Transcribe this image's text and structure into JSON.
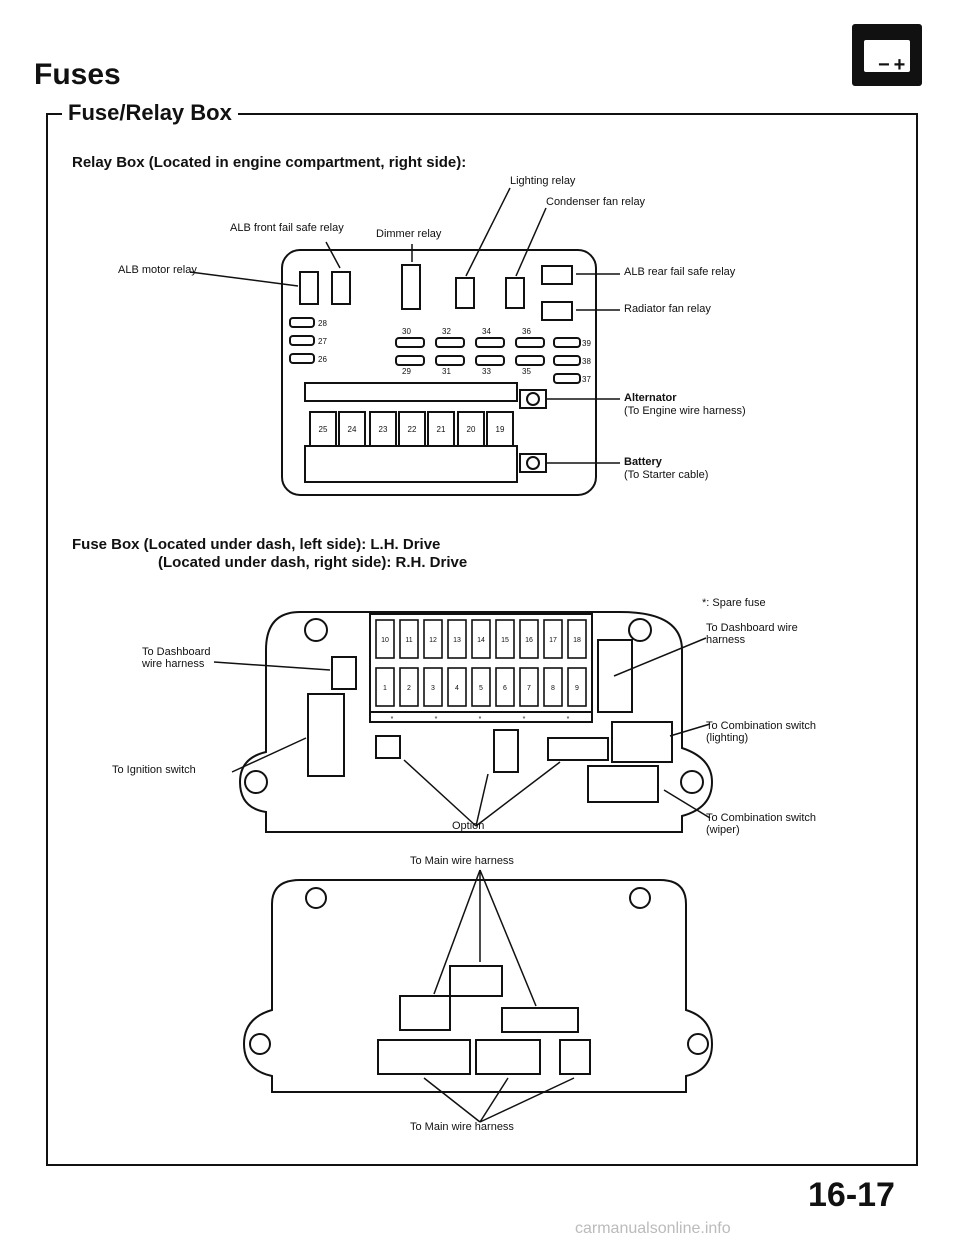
{
  "header": {
    "title": "Fuses",
    "section": "Fuse/Relay Box",
    "battery_icon": "battery-icon"
  },
  "relay_box": {
    "heading": "Relay Box (Located in engine compartment, right side):",
    "labels": {
      "lighting_relay": "Lighting relay",
      "condenser_fan_relay": "Condenser fan relay",
      "alb_front_fail_safe_relay": "ALB front fail safe relay",
      "dimmer_relay": "Dimmer relay",
      "alb_motor_relay": "ALB motor relay",
      "alb_rear_fail_safe_relay": "ALB rear fail safe relay",
      "radiator_fan_relay": "Radiator fan relay",
      "alternator": "Alternator",
      "alternator_sub": "(To Engine wire harness)",
      "battery": "Battery",
      "battery_sub": "(To Starter cable)"
    },
    "fuse_numbers_left": [
      "28",
      "27",
      "26"
    ],
    "fuse_numbers_top": [
      "30",
      "32",
      "34",
      "36"
    ],
    "fuse_numbers_bottom": [
      "29",
      "31",
      "33",
      "35"
    ],
    "fuse_numbers_right": [
      "39",
      "38",
      "37"
    ],
    "large_fuses": [
      "25",
      "24",
      "23",
      "22",
      "21",
      "20",
      "19"
    ]
  },
  "fuse_box": {
    "heading_line1": "Fuse Box (Located under dash, left side): L.H. Drive",
    "heading_line2": "(Located under dash, right side): R.H. Drive",
    "spare_fuse": "*: Spare fuse",
    "labels": {
      "to_dashboard_left": "To Dashboard",
      "to_dashboard_left_2": "wire harness",
      "to_dashboard_right": "To Dashboard wire",
      "to_dashboard_right_2": "harness",
      "to_ignition_switch": "To Ignition switch",
      "to_combination_lighting": "To Combination switch",
      "to_combination_lighting_2": "(lighting)",
      "to_combination_wiper": "To Combination switch",
      "to_combination_wiper_2": "(wiper)",
      "option": "Option"
    },
    "top_row": [
      "10",
      "11",
      "12",
      "13",
      "14",
      "15",
      "16",
      "17",
      "18"
    ],
    "bottom_row": [
      "1",
      "2",
      "3",
      "4",
      "5",
      "6",
      "7",
      "8",
      "9"
    ],
    "spare_marks": [
      "*",
      "*",
      "*",
      "*",
      "*"
    ]
  },
  "rear_view": {
    "to_main_top": "To Main wire harness",
    "to_main_bottom": "To Main wire harness"
  },
  "footer": {
    "page_number": "16-17",
    "watermark": "carmanualsonline.info"
  }
}
